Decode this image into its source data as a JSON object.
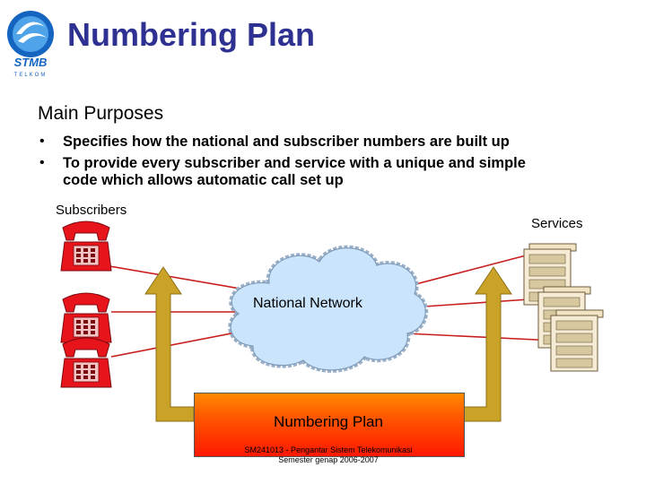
{
  "logo": {
    "text": "STMB",
    "subtext": "TELKOM"
  },
  "title": "Numbering Plan",
  "subheading": "Main Purposes",
  "bullets": [
    {
      "marker": "•",
      "lines": [
        "Specifies how the national and subscriber numbers are built up"
      ]
    },
    {
      "marker": "•",
      "lines": [
        "To provide every subscriber and service with a unique and simple",
        "code which allows automatic call set up"
      ]
    }
  ],
  "diagram": {
    "subscribers_label": "Subscribers",
    "services_label": "Services",
    "network_label": "National Network",
    "plan_label": "Numbering Plan"
  },
  "footer": {
    "line1": "SM241013 - Pengantar Sistem Telekomunikasi",
    "line2": "Semester genap 2006-2007"
  },
  "colors": {
    "title": "#2e3192",
    "phone": "#e8141c",
    "link_line": "#c81e1e",
    "arrow": "#c9a227",
    "cloud": "#bcdcf8"
  }
}
